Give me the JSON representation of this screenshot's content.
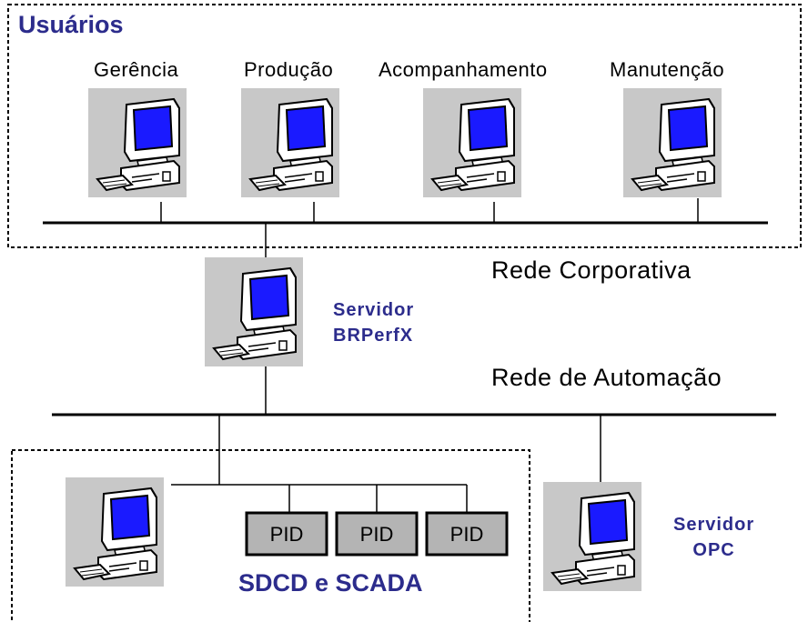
{
  "users_group": {
    "title": "Usuários",
    "workstations": [
      "Gerência",
      "Produção",
      "Acompanhamento",
      "Manutenção"
    ]
  },
  "networks": {
    "corporate": "Rede Corporativa",
    "automation": "Rede de Automação"
  },
  "brperfx_server": {
    "line1": "Servidor",
    "line2": "BRPerfX"
  },
  "opc_server": {
    "line1": "Servidor",
    "line2": "OPC"
  },
  "control_group": {
    "title": "SDCD e SCADA",
    "controllers": [
      "PID",
      "PID",
      "PID"
    ]
  },
  "colors": {
    "accent_text": "#2c2c8c",
    "screen": "#1a1aff",
    "tile_background": "#c8c8c8",
    "controller_fill": "#b4b4b4"
  },
  "icons": [
    "computer-icon"
  ]
}
